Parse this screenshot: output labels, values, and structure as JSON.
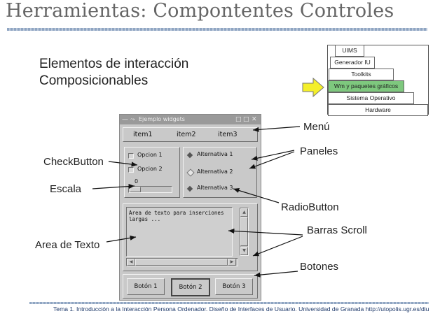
{
  "slide": {
    "title": "Herramientas: Compontentes Controles",
    "subtitle_line1": "Elementos de interacción",
    "subtitle_line2": "Composicionables",
    "footer": "Tema 1. Introducción a la Interacción Persona Ordenador. Diseño de Interfaces de Usuario. Universidad de Granada http://utopolis.ugr.es/diu"
  },
  "layers": {
    "uims": "UIMS",
    "generador": "Generador IU",
    "toolkits": "Toolkits",
    "wm": "Wm y paquetes gráficos",
    "so": "Sistema Operativo",
    "hardware": "Hardware",
    "highlight_color": "#7ec87e"
  },
  "callouts": {
    "menu": "Menú",
    "paneles": "Paneles",
    "checkbutton": "CheckButton",
    "escala": "Escala",
    "radiobutton": "RadioButton",
    "barras_scroll": "Barras Scroll",
    "area_texto": "Area de Texto",
    "botones": "Botones"
  },
  "window": {
    "title": "Ejemplo widgets",
    "menu": [
      "item1",
      "item2",
      "item3"
    ],
    "checks": [
      "Opcion 1",
      "Opcion 2"
    ],
    "scale_value": "0",
    "radios": [
      "Alternativa 1",
      "Alternativa 2",
      "Alternativa 3"
    ],
    "radio_selected": [
      true,
      false,
      true
    ],
    "textarea_text": "Area de texto para inserciones\nlargas ...",
    "buttons": [
      "Botón 1",
      "Botón 2",
      "Botón 3"
    ]
  }
}
